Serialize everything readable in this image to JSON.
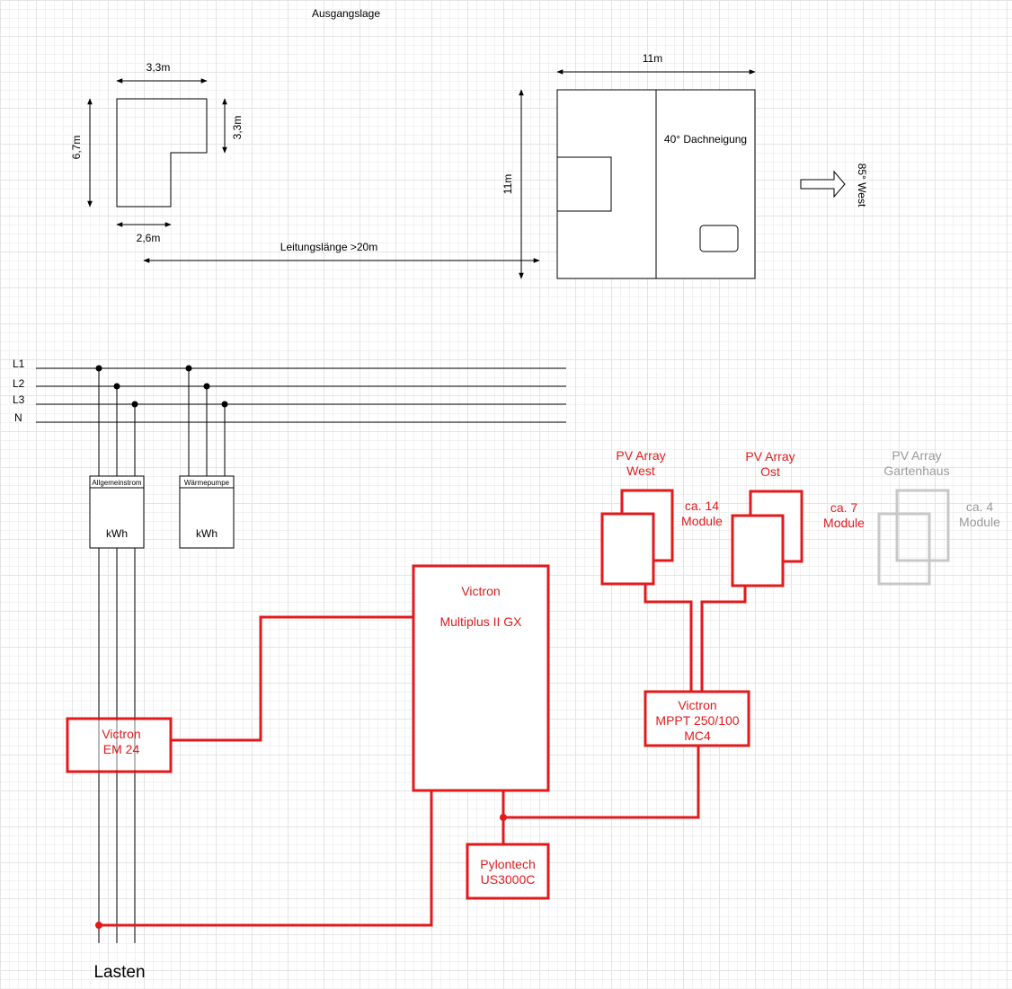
{
  "diagram": {
    "title": "Ausgangslage",
    "floorplan": {
      "top_width": "3,3m",
      "right_height": "3,3m",
      "left_height": "6,7m",
      "bottom_width": "2,6m"
    },
    "house": {
      "width": "11m",
      "height": "11m",
      "roof_pitch": "40° Dachneigung",
      "orientation": "85° West"
    },
    "cable_length": "Leitungslänge >20m",
    "grid": {
      "phases": [
        "L1",
        "L2",
        "L3",
        "N"
      ],
      "meters": [
        {
          "name": "Allgemeinstrom",
          "unit": "kWh"
        },
        {
          "name": "Wärmepumpe",
          "unit": "kWh"
        }
      ],
      "loads_label": "Lasten"
    },
    "components": {
      "em24": {
        "line1": "Victron",
        "line2": "EM 24"
      },
      "multiplus": {
        "line1": "Victron",
        "line2": "Multiplus II GX"
      },
      "mppt": {
        "line1": "Victron",
        "line2": "MPPT 250/100",
        "line3": "MC4"
      },
      "battery": {
        "line1": "Pylontech",
        "line2": "US3000C"
      }
    },
    "pv_arrays": [
      {
        "title1": "PV Array",
        "title2": "West",
        "count1": "ca. 14",
        "count2": "Module",
        "active": true
      },
      {
        "title1": "PV Array",
        "title2": "Ost",
        "count1": "ca. 7",
        "count2": "Module",
        "active": true
      },
      {
        "title1": "PV Array",
        "title2": "Gartenhaus",
        "count1": "ca. 4",
        "count2": "Module",
        "active": false
      }
    ],
    "colors": {
      "planned": "#e3191b",
      "inactive": "#c8c8c8",
      "existing": "#000000"
    }
  }
}
